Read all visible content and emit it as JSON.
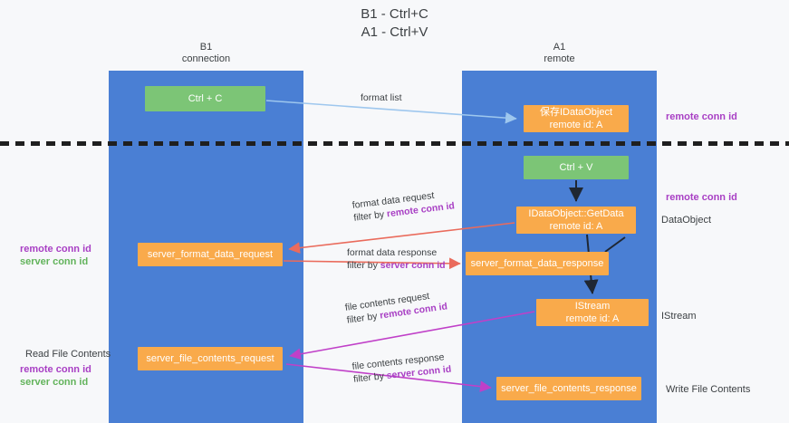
{
  "title": {
    "line1": "B1 - Ctrl+C",
    "line2": "A1 - Ctrl+V"
  },
  "lanes": [
    {
      "id": "b1",
      "name": "B1",
      "role": "connection"
    },
    {
      "id": "a1",
      "name": "A1",
      "role": "remote"
    }
  ],
  "nodes": {
    "ctrl_c": {
      "label": "Ctrl + C",
      "color": "#7cc576"
    },
    "save_idataobject": {
      "line1": "保存IDataObject",
      "line2": "remote id: A",
      "color": "#f9aa4b"
    },
    "ctrl_v": {
      "label": "Ctrl + V",
      "color": "#7cc576"
    },
    "getdata": {
      "line1": "IDataObject::GetData",
      "line2": "remote id: A",
      "color": "#f9aa4b"
    },
    "server_format_data_request": {
      "label": "server_format_data_request",
      "color": "#f9aa4b"
    },
    "server_format_data_response": {
      "label": "server_format_data_response",
      "color": "#f9aa4b"
    },
    "istream": {
      "line1": "IStream",
      "line2": "remote id: A",
      "color": "#f9aa4b"
    },
    "server_file_contents_request": {
      "label": "server_file_contents_request",
      "color": "#f9aa4b"
    },
    "server_file_contents_response": {
      "label": "server_file_contents_response",
      "color": "#f9aa4b"
    }
  },
  "side_labels": {
    "dataobject": "DataObject",
    "istream": "IStream",
    "write_file_contents": "Write File Contents",
    "read_file_contents": "Read File Contents"
  },
  "keys": {
    "remote_conn_id": "remote conn id",
    "server_conn_id": "server conn id"
  },
  "edges": {
    "format_list": {
      "label": "format list",
      "color": "#9ec7ee"
    },
    "format_data_request": {
      "line1": "format data request",
      "prefix": "filter by ",
      "key": "remote conn id",
      "color": "#ea6b5c"
    },
    "format_data_response": {
      "line1": "format data response",
      "prefix": "filter by ",
      "key": "server conn id",
      "color": "#ea6b5c"
    },
    "file_contents_request": {
      "line1": "file contents request",
      "prefix": "filter by ",
      "key": "remote conn id",
      "color": "#c040c8"
    },
    "file_contents_response": {
      "line1": "file contents response",
      "prefix": "filter by ",
      "key": "server conn id",
      "color": "#c040c8"
    }
  },
  "colors": {
    "lane": "#4a7fd4",
    "green_node": "#7cc576",
    "orange_node": "#f9aa4b",
    "purple_key": "#a83fc4",
    "green_key": "#62b35b",
    "divider": "#1f1f1f",
    "background": "#f7f8fa",
    "text": "#3c4043"
  }
}
